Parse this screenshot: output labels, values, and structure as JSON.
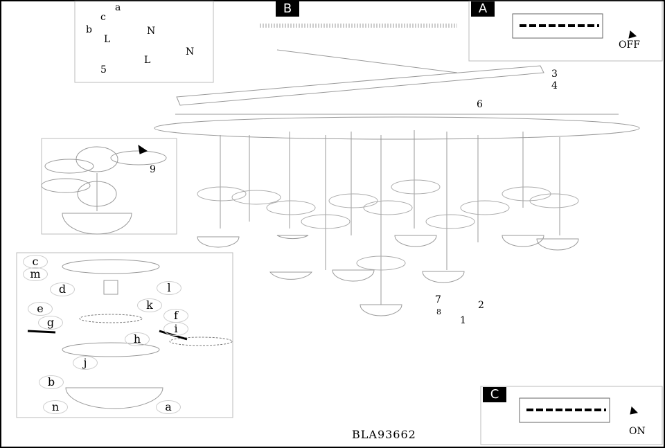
{
  "model_number": "BLA93662",
  "panels": {
    "A": {
      "tag": "A",
      "state": "OFF"
    },
    "B": {
      "tag": "B"
    },
    "C": {
      "tag": "C",
      "state": "ON"
    }
  },
  "inset_top": {
    "labels": [
      "a",
      "c",
      "b",
      "N",
      "N",
      "L",
      "L"
    ],
    "step": "5"
  },
  "main_steps": {
    "s1": "1",
    "s2": "2",
    "s3": "3",
    "s4": "4",
    "s6": "6",
    "s7": "7",
    "s8": "8",
    "s9": "9"
  },
  "detail_labels": {
    "c": "c",
    "m": "m",
    "d": "d",
    "l": "l",
    "e": "e",
    "k": "k",
    "f": "f",
    "g": "g",
    "i": "i",
    "h": "h",
    "j": "j",
    "b": "b",
    "n": "n",
    "a": "a"
  }
}
